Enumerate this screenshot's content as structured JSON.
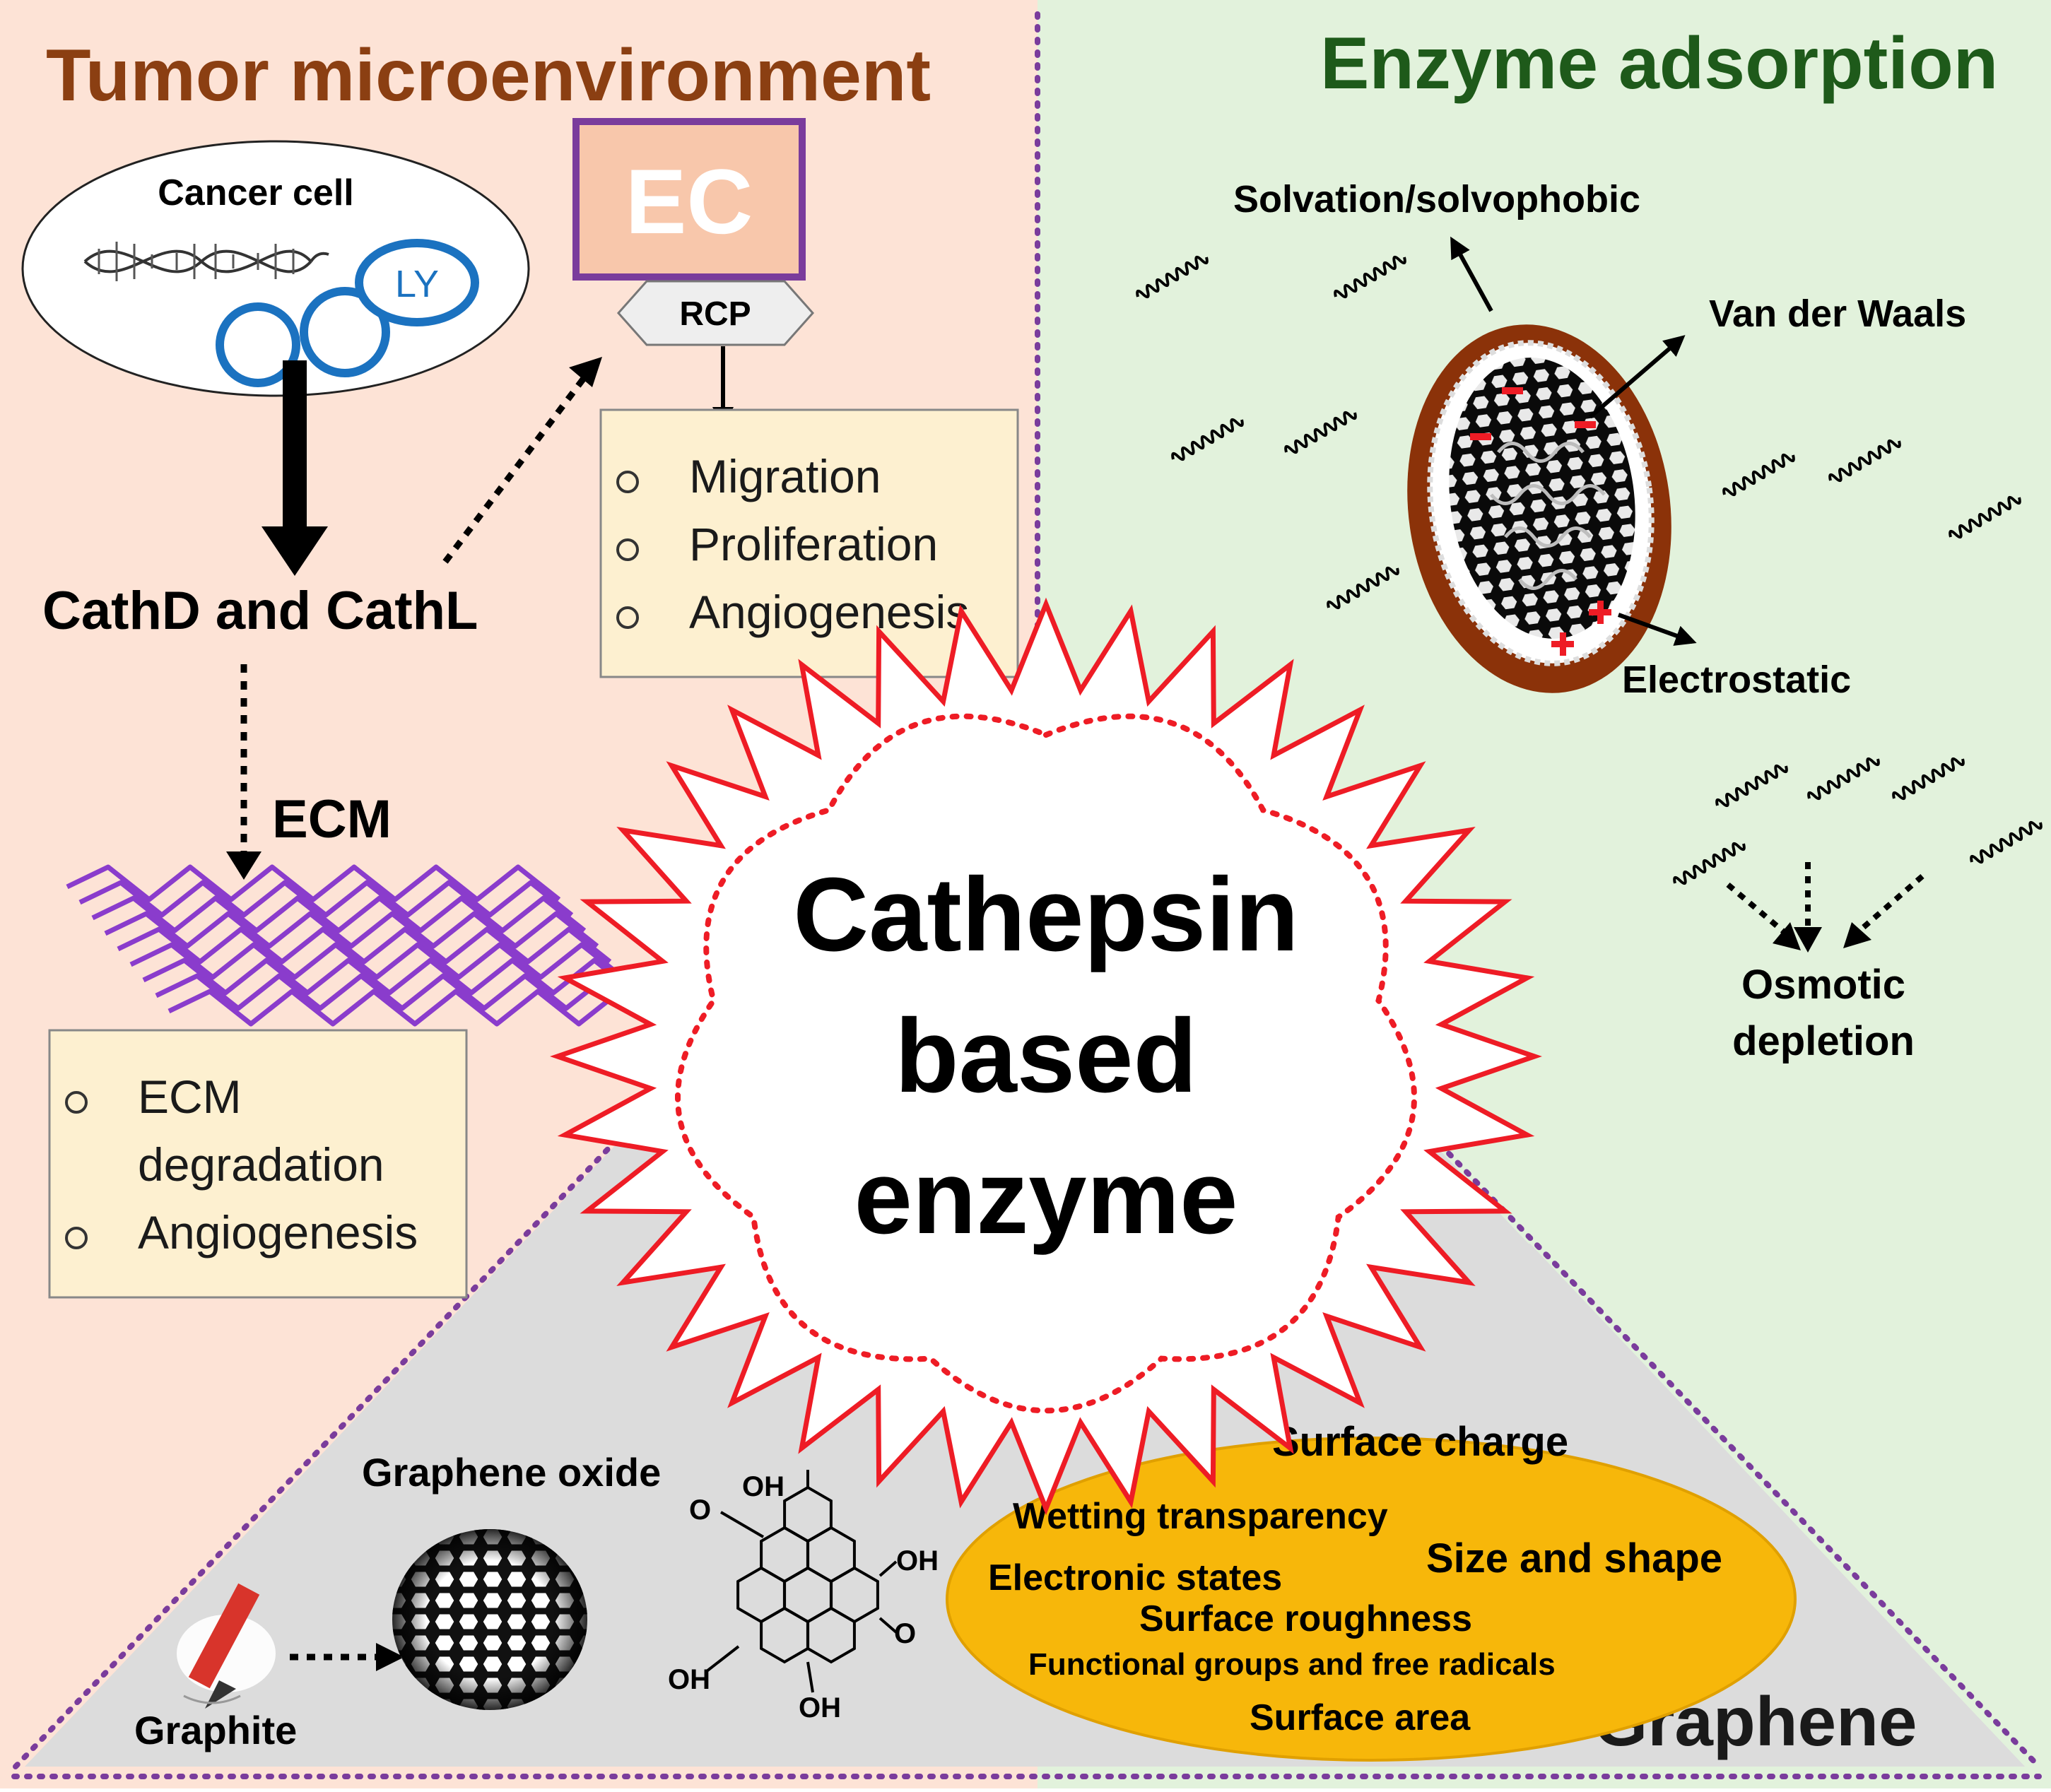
{
  "colors": {
    "tumor_bg": "#fde3d6",
    "enzyme_bg": "#e2f2dc",
    "graphene_bg": "#dcdcdc",
    "purple": "#7a3c9c",
    "red": "#ee1c25",
    "tumor_title": "#8b3f12",
    "enzyme_title": "#1e5a1a",
    "note_box": "#fdf0d0",
    "ec_fill": "#f8c7ab",
    "ly_blue": "#1b72c0",
    "nanoparticle_brown": "#8b3209",
    "ellipse_yellow": "#f7b70a"
  },
  "tumor": {
    "title": "Tumor microenvironment",
    "cancer_cell": "Cancer cell",
    "ly": "LY",
    "ec": "EC",
    "rcp": "RCP",
    "ec_effects": [
      "Migration",
      "Proliferation",
      "Angiogenesis"
    ],
    "cathepsins": "CathD and CathL",
    "ecm": "ECM",
    "ecm_effects": [
      "ECM",
      "degradation",
      "Angiogenesis"
    ]
  },
  "enzyme": {
    "title": "Enzyme adsorption",
    "forces": {
      "solvation": "Solvation/solvophobic",
      "vdw": "Van der Waals",
      "electrostatic": "Electrostatic",
      "osmotic_1": "Osmotic",
      "osmotic_2": "depletion"
    }
  },
  "center": {
    "line1": "Cathepsin",
    "line2": "based",
    "line3": "enzyme"
  },
  "graphene": {
    "title": "Graphene",
    "graphite": "Graphite",
    "graphene_oxide": "Graphene oxide",
    "oh": "OH",
    "o": "O",
    "properties": {
      "surface_charge": "Surface charge",
      "wetting": "Wetting transparency",
      "size_shape": "Size and shape",
      "electronic": "Electronic states",
      "roughness": "Surface roughness",
      "functional": "Functional groups and free radicals",
      "area": "Surface area"
    }
  }
}
